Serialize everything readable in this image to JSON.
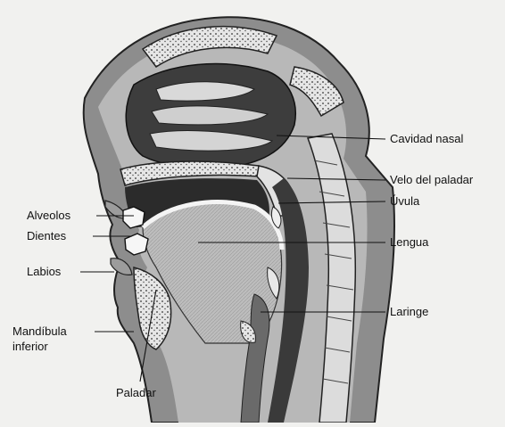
{
  "labels": {
    "cavidad_nasal": "Cavidad nasal",
    "velo_del_paladar": "Velo del paladar",
    "uvula": "Úvula",
    "lengua": "Lengua",
    "laringe": "Laringe",
    "alveolos": "Alveolos",
    "dientes": "Dientes",
    "labios": "Labios",
    "mandibula_inferior_line1": "Mandíbula",
    "mandibula_inferior_line2": "inferior",
    "paladar": "Paladar"
  }
}
